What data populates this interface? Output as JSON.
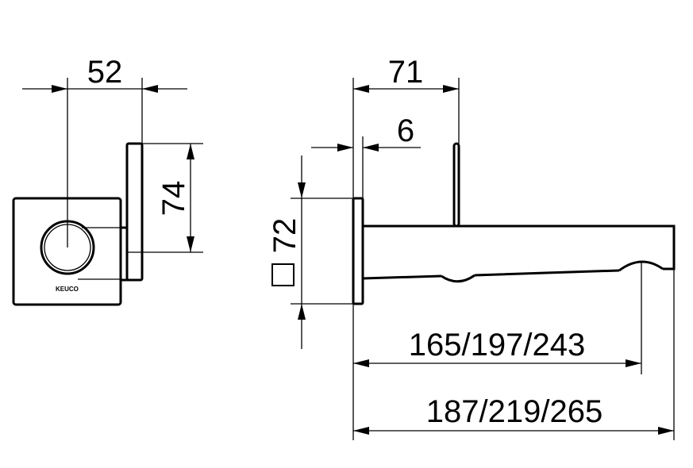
{
  "dimensions": {
    "width_front": "52",
    "lever_height": "74",
    "projection_lever": "71",
    "plate_thickness": "6",
    "plate_square": "72",
    "spout_length": "165/197/243",
    "total_length": "187/219/265"
  },
  "brand": "KEUCO",
  "colors": {
    "line": "#000000",
    "background": "#ffffff"
  }
}
